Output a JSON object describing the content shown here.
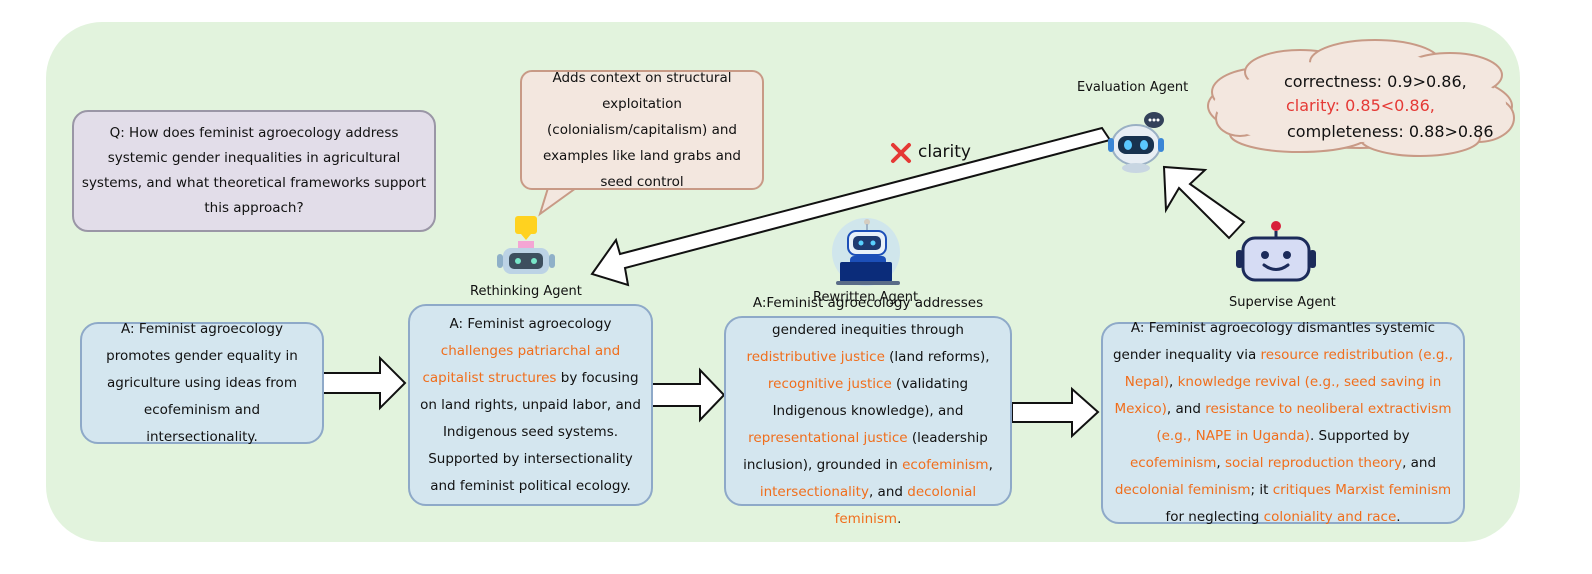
{
  "question": "Q: How does feminist agroecology address systemic gender inequalities in agricultural systems, and what theoretical frameworks support this approach?",
  "speech_bubble": "Adds context on structural exploitation (colonialism/capitalism) and examples like land grabs and seed control",
  "agents": {
    "rethinking": "Rethinking Agent",
    "rewritten": "Rewritten Agent",
    "supervise": "Supervise Agent",
    "evaluation": "Evaluation Agent"
  },
  "feedback_label": "clarity",
  "evaluation_scores": {
    "correctness": "correctness: 0.9>0.86,",
    "clarity": "clarity: 0.85<0.86,",
    "completeness": "completeness: 0.88>0.86"
  },
  "answers": {
    "initial": "A: Feminist agroecology promotes gender equality in agriculture using ideas from ecofeminism and intersectionality.",
    "rethinking": [
      {
        "t": "A: Feminist agroecology ",
        "h": false
      },
      {
        "t": "challenges patriarchal and capitalist structures",
        "h": true
      },
      {
        "t": " by focusing on land rights, unpaid labor, and Indigenous seed systems. Supported by intersectionality and feminist political ecology.",
        "h": false
      }
    ],
    "rewritten": [
      {
        "t": "A:Feminist agroecology addresses gendered inequities through ",
        "h": false
      },
      {
        "t": "redistributive justice",
        "h": true
      },
      {
        "t": " (land reforms), ",
        "h": false
      },
      {
        "t": "recognitive justice",
        "h": true
      },
      {
        "t": " (validating Indigenous knowledge), and ",
        "h": false
      },
      {
        "t": "representational justice",
        "h": true
      },
      {
        "t": " (leadership inclusion), grounded in ",
        "h": false
      },
      {
        "t": "ecofeminism",
        "h": true
      },
      {
        "t": ", ",
        "h": false
      },
      {
        "t": "intersectionality",
        "h": true
      },
      {
        "t": ", and ",
        "h": false
      },
      {
        "t": "decolonial feminism",
        "h": true
      },
      {
        "t": ".",
        "h": false
      }
    ],
    "supervise": [
      {
        "t": "A: Feminist agroecology dismantles systemic gender inequality via ",
        "h": false
      },
      {
        "t": "resource redistribution (e.g., Nepal)",
        "h": true
      },
      {
        "t": ", ",
        "h": false
      },
      {
        "t": "knowledge revival (e.g., seed saving in Mexico)",
        "h": true
      },
      {
        "t": ", and ",
        "h": false
      },
      {
        "t": "resistance to neoliberal extractivism (e.g., NAPE in Uganda)",
        "h": true
      },
      {
        "t": ". Supported by ",
        "h": false
      },
      {
        "t": "ecofeminism",
        "h": true
      },
      {
        "t": ", ",
        "h": false
      },
      {
        "t": "social reproduction theory",
        "h": true
      },
      {
        "t": ", and ",
        "h": false
      },
      {
        "t": "decolonial feminism",
        "h": true
      },
      {
        "t": "; it ",
        "h": false
      },
      {
        "t": "critiques Marxist feminism",
        "h": true
      },
      {
        "t": " for neglecting ",
        "h": false
      },
      {
        "t": "coloniality and race",
        "h": true
      },
      {
        "t": ".",
        "h": false
      }
    ]
  },
  "colors": {
    "highlight": "#f06e1c",
    "clarity_fail": "#e53935",
    "panel": "#e2f3dd",
    "answer_box": "#d4e6ef"
  }
}
